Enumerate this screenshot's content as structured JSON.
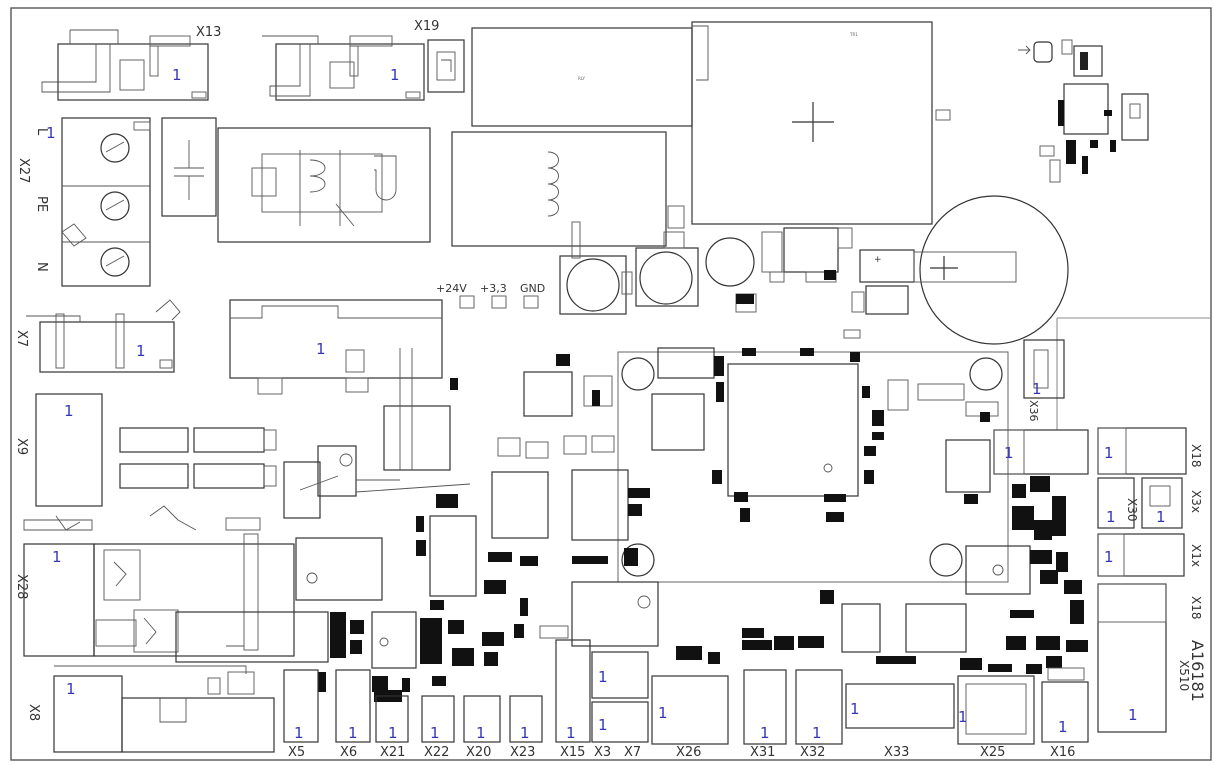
{
  "board": {
    "part_number": "A16181",
    "connectors": {
      "x13": "X13",
      "x19": "X19",
      "x27": "X27",
      "x7": "X7",
      "x9": "X9",
      "x28": "X28",
      "x8": "X8",
      "x5": "X5",
      "x6": "X6",
      "x21": "X21",
      "x22": "X22",
      "x20": "X20",
      "x23": "X23",
      "x15": "X15",
      "x3": "X3",
      "x7b": "X7",
      "x26": "X26",
      "x31": "X31",
      "x32": "X32",
      "x33": "X33",
      "x25": "X25",
      "x16": "X16",
      "x510": "X510",
      "x18": "X18",
      "x1x": "X1x",
      "x3x": "X3x",
      "x30": "X30",
      "x36": "X36"
    },
    "terminal_labels": {
      "pe": "PE",
      "l": "L",
      "n": "N"
    },
    "test_points": {
      "tp1": "+24V",
      "tp2": "+3,3",
      "tp3": "GND"
    },
    "pin_marker": "1",
    "colors": {
      "outline": "#333333",
      "pin_text": "#3636b8",
      "background": "#ffffff"
    }
  }
}
